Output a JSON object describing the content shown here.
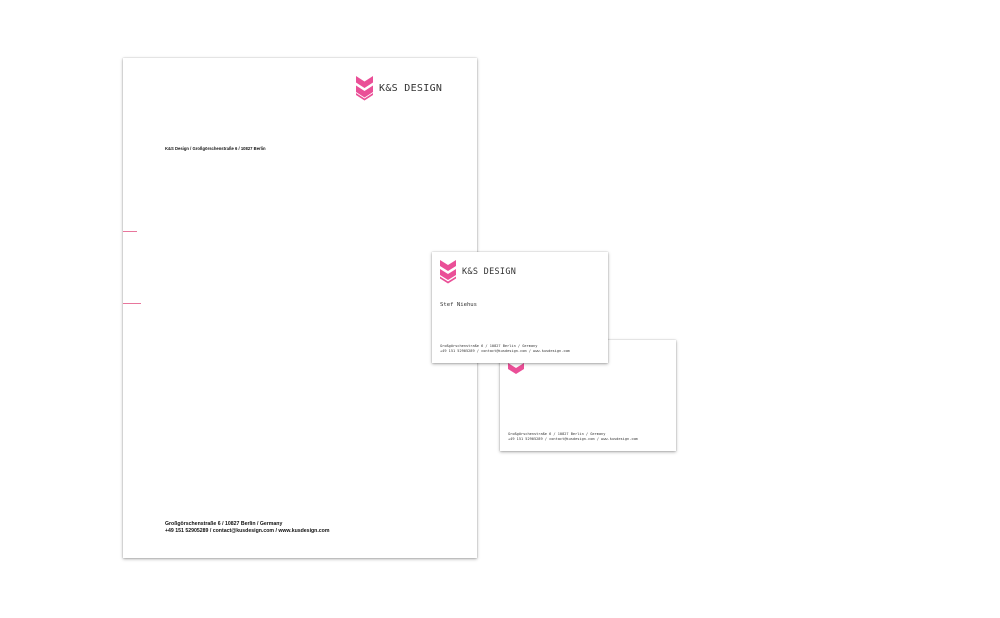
{
  "colors": {
    "accent": "#ea4f97",
    "paper": "#ffffff",
    "text": "#333333",
    "fold_marks": "#e8769c"
  },
  "letterhead": {
    "logo_icon": "double-chevron-down-icon",
    "brand": "K&S DESIGN",
    "return_address": "K&S Design / Großgörschenstraße 6 / 10827 Berlin",
    "footer": {
      "line1": "Großgörschenstraße 6 / 10827 Berlin / Germany",
      "line2": "+49 151 52905289 / contact@kusdesign.com / www.kusdesign.com"
    }
  },
  "business_card_front": {
    "logo_icon": "double-chevron-down-icon",
    "brand": "K&S DESIGN",
    "name": "Stef Niehus",
    "address_line1": "Großgörschenstraße 6 / 10827 Berlin / Germany",
    "address_line2": "+49 151 52905289 / contact@kusdesign.com / www.kusdesign.com"
  },
  "business_card_back": {
    "logo_icon": "double-chevron-down-icon",
    "address_line1": "Großgörschenstraße 6 / 10827 Berlin / Germany",
    "address_line2": "+49 151 52905289 / contact@kusdesign.com / www.kusdesign.com"
  }
}
